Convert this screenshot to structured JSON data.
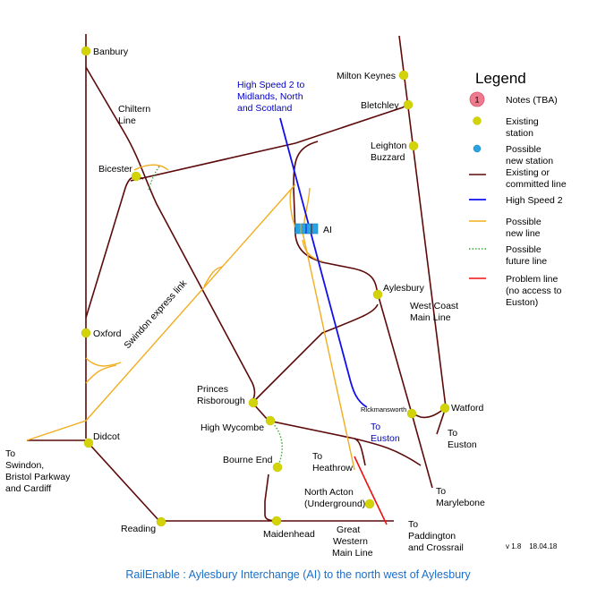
{
  "caption": "RailEnable : Aylesbury Interchange (AI) to the north west of Aylesbury",
  "version": "v 1.8    18.04.18",
  "hs2_label": [
    "High Speed 2 to",
    "Midlands, North",
    "and Scotland"
  ],
  "legend": {
    "title": "Legend",
    "notes_number": "1",
    "items": [
      {
        "symbol": "notes",
        "lines": [
          "Notes (TBA)"
        ]
      },
      {
        "symbol": "existing-station",
        "lines": [
          "Existing",
          "station"
        ]
      },
      {
        "symbol": "possible-station",
        "lines": [
          "Possible",
          "new station"
        ]
      },
      {
        "symbol": "existing-line",
        "lines": [
          "Existing or",
          "committed line"
        ]
      },
      {
        "symbol": "hs2-line",
        "lines": [
          "High Speed 2"
        ]
      },
      {
        "symbol": "possible-line",
        "lines": [
          "Possible",
          "new line"
        ]
      },
      {
        "symbol": "future-line",
        "lines": [
          "Possible",
          "future line"
        ]
      },
      {
        "symbol": "problem-line",
        "lines": [
          "Problem line",
          "(no access to",
          "Euston)"
        ]
      }
    ]
  },
  "labels": {
    "banbury": "Banbury",
    "chiltern_line": [
      "Chiltern",
      "Line"
    ],
    "bicester": "Bicester",
    "milton_keynes": "Milton Keynes",
    "bletchley": "Bletchley",
    "leighton_buzzard": [
      "Leighton",
      "Buzzard"
    ],
    "ai": "AI",
    "aylesbury": "Aylesbury",
    "west_coast": [
      "West Coast",
      "Main Line"
    ],
    "oxford": "Oxford",
    "swindon_express": "Swindon express link",
    "princes_risborough": [
      "Princes",
      "Risborough"
    ],
    "rickmansworth": "Rickmansworth",
    "watford": "Watford",
    "to_euston_hs2": [
      "To",
      "Euston"
    ],
    "to_euston_wcml": [
      "To",
      "Euston"
    ],
    "high_wycombe": "High Wycombe",
    "didcot": "Didcot",
    "to_swindon": [
      "To",
      "Swindon,",
      "Bristol Parkway",
      "and Cardiff"
    ],
    "bourne_end": "Bourne End",
    "to_heathrow": [
      "To",
      "Heathrow"
    ],
    "north_acton": [
      "North Acton",
      "(Underground)"
    ],
    "to_marylebone": [
      "To",
      "Marylebone"
    ],
    "reading": "Reading",
    "maidenhead": "Maidenhead",
    "great_western": [
      "Great",
      "Western",
      "Main Line"
    ],
    "to_paddington": [
      "To",
      "Paddington",
      "and Crossrail"
    ]
  },
  "colors": {
    "existing_line": "#5c0a0a",
    "hs2_line": "#1010ee",
    "possible_line": "#f2ad1f",
    "future_line": "#3aa83a",
    "problem_line": "#ee1111",
    "station": "#d3d30a",
    "possible_station": "#2aa4e0",
    "notes": "#ee7a8e",
    "caption": "#1a6fc9"
  }
}
